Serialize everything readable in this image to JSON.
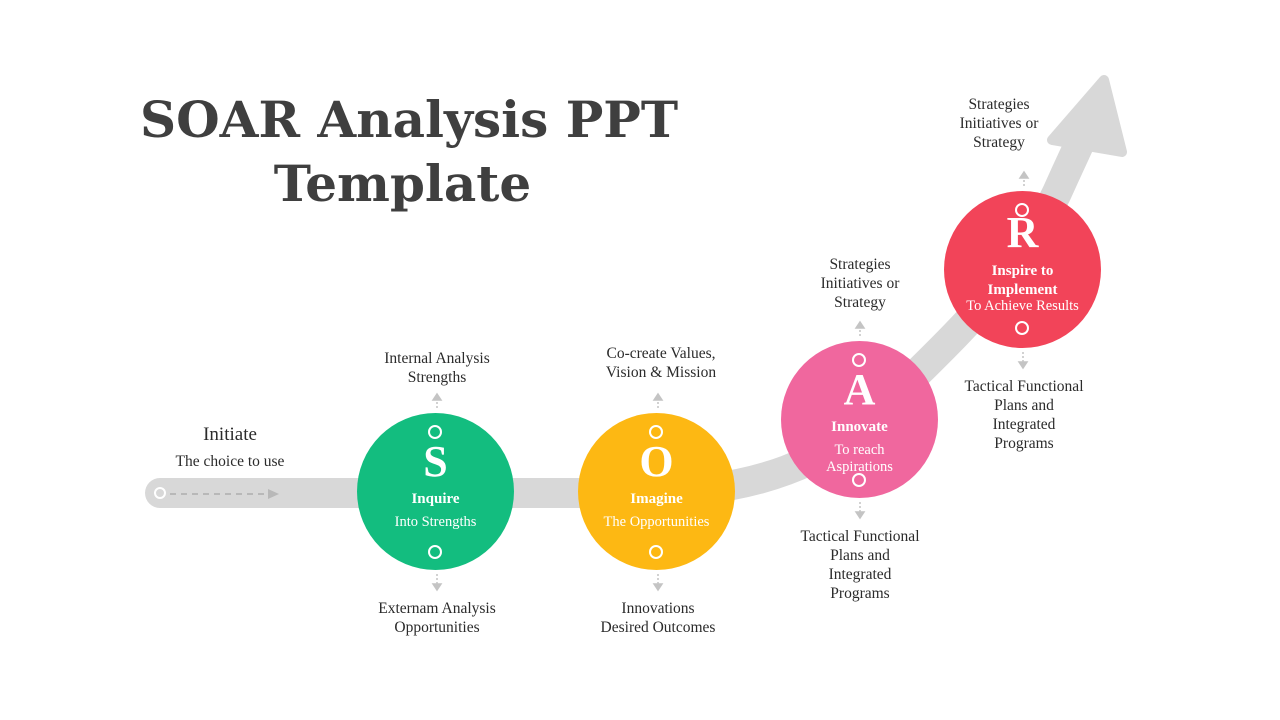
{
  "title": {
    "line1": "SOAR Analysis PPT",
    "line2": "Template"
  },
  "initiate": {
    "title": "Initiate",
    "subtitle": "The choice to use"
  },
  "colors": {
    "arrow": "#d8d8d8",
    "strengths": "#13bd7f",
    "opportunities": "#fdb813",
    "aspirations": "#f0679e",
    "results": "#f24459",
    "connector": "#c4c4c4"
  },
  "steps": [
    {
      "letter": "S",
      "heading": "Inquire",
      "sub": [
        "Into Strengths"
      ],
      "top_label": [
        "Internal Analysis",
        "Strengths"
      ],
      "bottom_label": [
        "Externam Analysis",
        "Opportunities"
      ]
    },
    {
      "letter": "O",
      "heading": "Imagine",
      "sub": [
        "The Opportunities"
      ],
      "top_label": [
        "Co-create Values,",
        "Vision & Mission"
      ],
      "bottom_label": [
        "Innovations",
        "Desired Outcomes"
      ]
    },
    {
      "letter": "A",
      "heading": "Innovate",
      "sub": [
        "To reach",
        "Aspirations"
      ],
      "top_label": [
        "Strategies",
        "Initiatives or",
        "Strategy"
      ],
      "bottom_label": [
        "Tactical Functional",
        "Plans and",
        "Integrated",
        "Programs"
      ]
    },
    {
      "letter": "R",
      "heading": [
        "Inspire to",
        "Implement"
      ],
      "sub": [
        "To Achieve Results"
      ],
      "top_label": [
        "Strategies",
        "Initiatives or",
        "Strategy"
      ],
      "bottom_label": [
        "Tactical Functional",
        "Plans and",
        "Integrated",
        "Programs"
      ]
    }
  ]
}
